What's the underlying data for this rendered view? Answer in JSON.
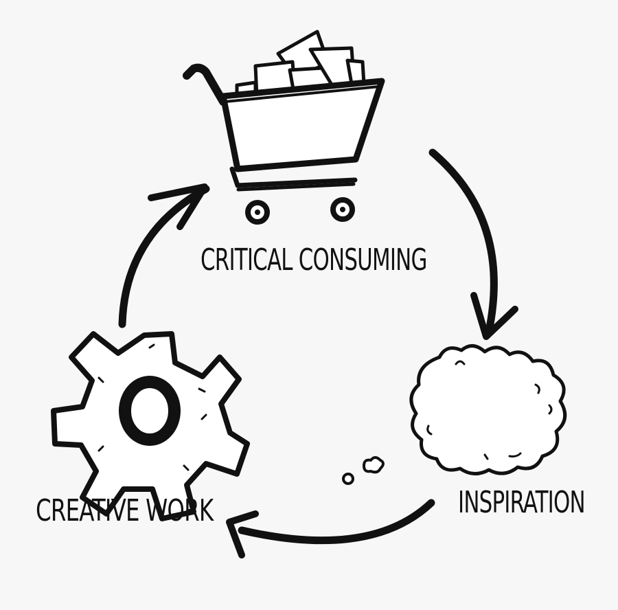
{
  "diagram": {
    "nodes": [
      {
        "id": "critical-consuming",
        "label": "CRITICAL CONSUMING",
        "icon": "shopping-cart-icon"
      },
      {
        "id": "inspiration",
        "label": "INSPIRATION",
        "icon": "thought-cloud-icon"
      },
      {
        "id": "creative-work",
        "label": "CREATIVE WORK",
        "icon": "gear-icon"
      }
    ],
    "edges": [
      {
        "from": "critical-consuming",
        "to": "inspiration"
      },
      {
        "from": "inspiration",
        "to": "creative-work"
      },
      {
        "from": "creative-work",
        "to": "critical-consuming"
      }
    ],
    "colors": {
      "ink": "#111111",
      "background": "#f7f7f7",
      "fill": "#ffffff"
    }
  }
}
